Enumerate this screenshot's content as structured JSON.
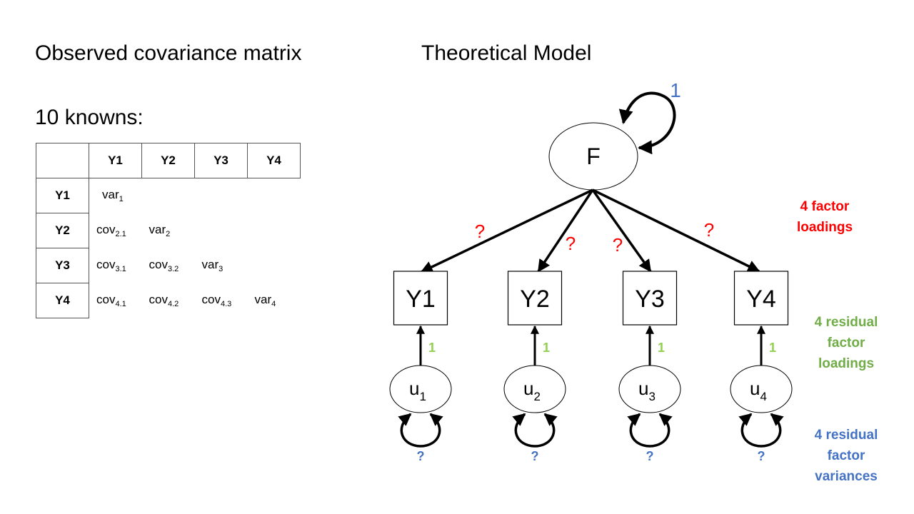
{
  "slide": {
    "left_title": "Observed covariance matrix",
    "right_title": "Theoretical Model",
    "knowns_label": "10 knowns:"
  },
  "covariance_table": {
    "column_headers": [
      "Y1",
      "Y2",
      "Y3",
      "Y4"
    ],
    "rows": [
      {
        "header": "Y1",
        "cells": [
          {
            "base": "var",
            "sub": "1"
          },
          null,
          null,
          null
        ]
      },
      {
        "header": "Y2",
        "cells": [
          {
            "base": "cov",
            "sub": "2.1"
          },
          {
            "base": "var",
            "sub": "2"
          },
          null,
          null
        ]
      },
      {
        "header": "Y3",
        "cells": [
          {
            "base": "cov",
            "sub": "3.1"
          },
          {
            "base": "cov",
            "sub": "3.2"
          },
          {
            "base": "var",
            "sub": "3"
          },
          null
        ]
      },
      {
        "header": "Y4",
        "cells": [
          {
            "base": "cov",
            "sub": "4.1"
          },
          {
            "base": "cov",
            "sub": "4.2"
          },
          {
            "base": "cov",
            "sub": "4.3"
          },
          {
            "base": "var",
            "sub": "4"
          }
        ]
      }
    ]
  },
  "model": {
    "factor": {
      "label": "F",
      "variance_label": "1",
      "variance_color": "#4472c4"
    },
    "observed": [
      "Y1",
      "Y2",
      "Y3",
      "Y4"
    ],
    "factor_loading_labels": [
      "?",
      "?",
      "?",
      "?"
    ],
    "factor_loading_color": "#ff0000",
    "residuals": [
      {
        "base": "u",
        "sub": "1"
      },
      {
        "base": "u",
        "sub": "2"
      },
      {
        "base": "u",
        "sub": "3"
      },
      {
        "base": "u",
        "sub": "4"
      }
    ],
    "residual_loading_labels": [
      "1",
      "1",
      "1",
      "1"
    ],
    "residual_loading_color": "#92d050",
    "residual_variance_labels": [
      "?",
      "?",
      "?",
      "?"
    ],
    "residual_variance_color": "#4472c4"
  },
  "annotations": {
    "factor_loadings": "4 factor loadings",
    "residual_factor_loadings": "4 residual factor loadings",
    "residual_factor_variances": "4 residual factor variances"
  }
}
